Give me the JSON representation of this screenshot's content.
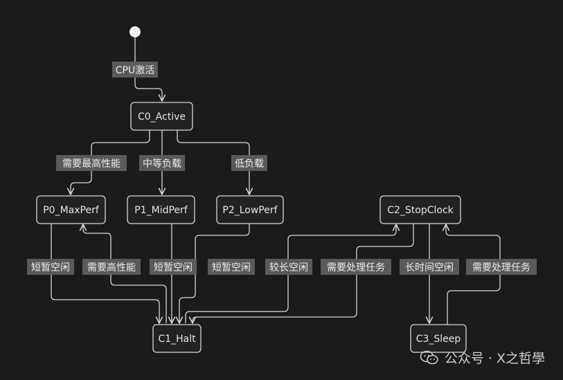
{
  "nodes": {
    "c0": "C0_Active",
    "p0": "P0_MaxPerf",
    "p1": "P1_MidPerf",
    "p2": "P2_LowPerf",
    "c2": "C2_StopClock",
    "c1": "C1_Halt",
    "c3": "C3_Sleep"
  },
  "edge_labels": {
    "start_to_c0": "CPU激活",
    "c0_to_p0": "需要最高性能",
    "c0_to_p1": "中等负载",
    "c0_to_p2": "低负载",
    "p0_to_c1": "短暂空闲",
    "c1_to_p0": "需要高性能",
    "p1_to_c1": "短暂空闲",
    "p2_to_c1": "短暂空闲",
    "c1_to_c2": "较长空闲",
    "c2_to_c1": "需要处理任务",
    "c2_to_c3": "长时间空闲",
    "c3_to_c2": "需要处理任务"
  },
  "watermark": {
    "text": "公众号 · X之哲學",
    "icon": "wechat-icon"
  },
  "colors": {
    "background": "#1b1b1b",
    "stroke": "#d9d9d9",
    "label_background": "#5a5a5a"
  }
}
